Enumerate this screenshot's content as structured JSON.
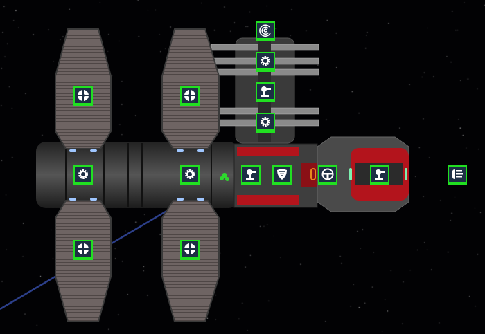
{
  "colors": {
    "background": "#020204",
    "system_border": "#21e021",
    "system_fill": "#1d2f45",
    "hull": "#4a4a4a",
    "wing_plating": "#6e6463",
    "accent_red": "#b3141c",
    "beam": "#2c3f8a",
    "crew": "#2ed92e"
  },
  "systems": [
    {
      "id": "sensors",
      "icon": "sensors-icon"
    },
    {
      "id": "engine-top-1",
      "icon": "gear-icon"
    },
    {
      "id": "weapon-top",
      "icon": "turret-icon"
    },
    {
      "id": "engine-top-2",
      "icon": "gear-icon"
    },
    {
      "id": "wing-1-upper",
      "icon": "crosshair-circle-icon"
    },
    {
      "id": "wing-2-upper",
      "icon": "crosshair-circle-icon"
    },
    {
      "id": "engine-mid-1",
      "icon": "gear-icon"
    },
    {
      "id": "engine-mid-2",
      "icon": "gear-icon"
    },
    {
      "id": "wing-1-lower",
      "icon": "crosshair-circle-icon"
    },
    {
      "id": "wing-2-lower",
      "icon": "crosshair-circle-icon"
    },
    {
      "id": "weapon-mid",
      "icon": "turret-icon"
    },
    {
      "id": "shields",
      "icon": "shield-icon"
    },
    {
      "id": "piloting",
      "icon": "steering-wheel-icon"
    },
    {
      "id": "weapon-front",
      "icon": "turret-icon"
    },
    {
      "id": "detached-system",
      "icon": "hand-icon"
    }
  ]
}
